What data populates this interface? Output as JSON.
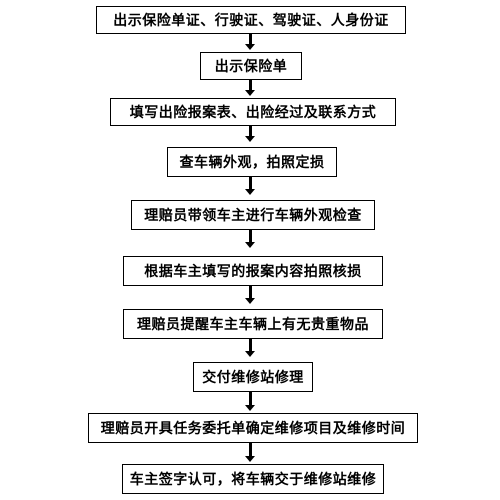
{
  "steps": [
    "出示保险单证、行驶证、驾驶证、人身份证",
    "出示保险单",
    "填写出险报案表、出险经过及联系方式",
    "查车辆外观，拍照定损",
    "理赔员带领车主进行车辆外观检查",
    "根据车主填写的报案内容拍照核损",
    "理赔员提醒车主车辆上有无贵重物品",
    "交付维修站修理",
    "理赔员开具任务委托单确定维修项目及维修时间",
    "车主签字认可，将车辆交于维修站维修"
  ]
}
